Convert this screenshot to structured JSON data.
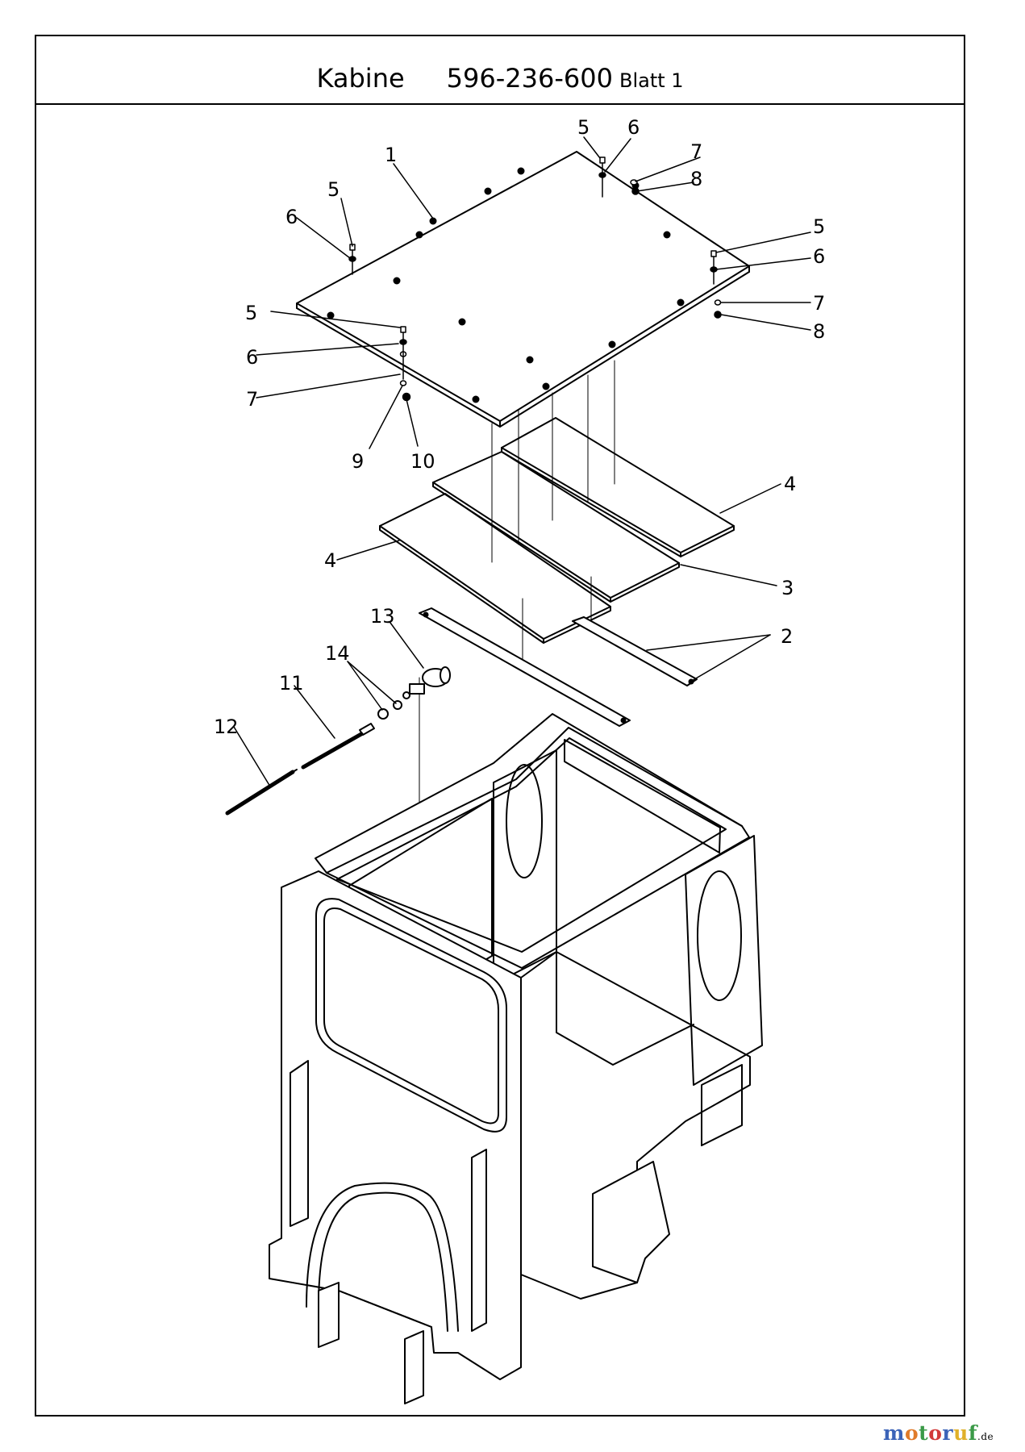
{
  "title": {
    "main": "Kabine",
    "number": "596-236-600",
    "sheet": "Blatt 1"
  },
  "footer": {
    "logo_main": "motoruf",
    "logo_tld": ".de",
    "colors": {
      "m": "#3b63b8",
      "o1": "#e07b2a",
      "t": "#3b9a48",
      "o2": "#d23a3a",
      "r": "#3b63b8",
      "u": "#e0b12a",
      "f": "#3b9a48"
    }
  },
  "callouts": {
    "c1": "1",
    "c2": "2",
    "c3": "3",
    "c4a": "4",
    "c4b": "4",
    "c5a": "5",
    "c5b": "5",
    "c5c": "5",
    "c5d": "5",
    "c6a": "6",
    "c6b": "6",
    "c6c": "6",
    "c6d": "6",
    "c7a": "7",
    "c7b": "7",
    "c7c": "7",
    "c8a": "8",
    "c8b": "8",
    "c9": "9",
    "c10": "10",
    "c11": "11",
    "c12": "12",
    "c13": "13",
    "c14": "14"
  }
}
